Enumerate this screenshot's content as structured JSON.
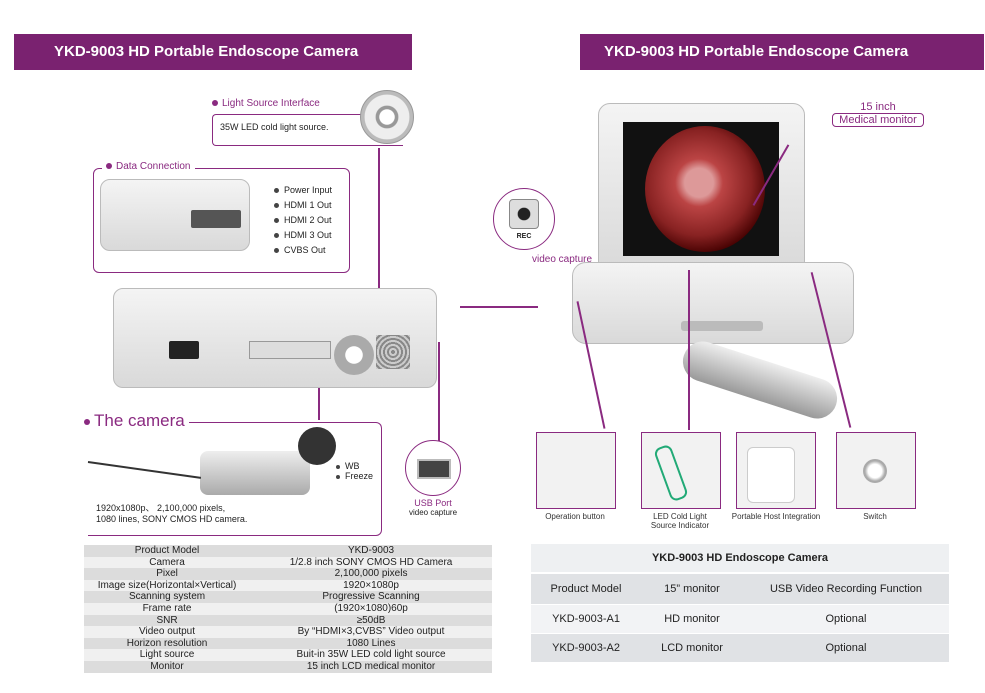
{
  "left": {
    "banner": "YKD-9003 HD Portable Endoscope Camera",
    "light_source": {
      "title": "Light Source Interface",
      "text": "35W LED cold light source."
    },
    "data_connection": {
      "title": "Data Connection",
      "ports": [
        "Power Input",
        "HDMI 1 Out",
        "HDMI 2 Out",
        "HDMI 3 Out",
        "CVBS Out"
      ]
    },
    "camera": {
      "title": "The camera",
      "buttons": [
        "WB",
        "Freeze"
      ],
      "desc_line1": "1920x1080p、 2,100,000 pixels,",
      "desc_line2": "1080 lines, SONY CMOS HD camera."
    },
    "usb": {
      "title": "USB Port",
      "sub": "video capture"
    },
    "spec_table": [
      [
        "Product Model",
        "YKD-9003"
      ],
      [
        "Camera",
        "1/2.8 inch SONY CMOS HD Camera"
      ],
      [
        "Pixel",
        "2,100,000 pixels"
      ],
      [
        "Image size(Horizontal×Vertical)",
        "1920×1080p"
      ],
      [
        "Scanning system",
        "Progressive Scanning"
      ],
      [
        "Frame rate",
        "(1920×1080)60p"
      ],
      [
        "SNR",
        "≥50dB"
      ],
      [
        "Video output",
        "By “HDMI×3,CVBS” Video output"
      ],
      [
        "Horizon resolution",
        "1080 Lines"
      ],
      [
        "Light source",
        "Buit-in 35W LED cold light source"
      ],
      [
        "Monitor",
        "15 inch LCD medical monitor"
      ]
    ]
  },
  "right": {
    "banner": "YKD-9003 HD Portable Endoscope Camera",
    "monitor_label_line1": "15 inch",
    "monitor_label_line2": "Medical  monitor",
    "rec_label": "REC",
    "video_capture": "video capture",
    "thumbs": [
      "Operation button",
      "LED Cold Light Source Indicator",
      "Portable Host Integration",
      "Switch"
    ],
    "model_table": {
      "title": "YKD-9003 HD  Endoscope Camera",
      "headers": [
        "Product Model",
        "15”  monitor",
        "USB  Video   Recording  Function"
      ],
      "rows": [
        [
          "YKD-9003-A1",
          "HD monitor",
          "Optional"
        ],
        [
          "YKD-9003-A2",
          "LCD monitor",
          "Optional"
        ]
      ]
    }
  },
  "colors": {
    "accent": "#7a2270",
    "line": "#8a2a80"
  }
}
